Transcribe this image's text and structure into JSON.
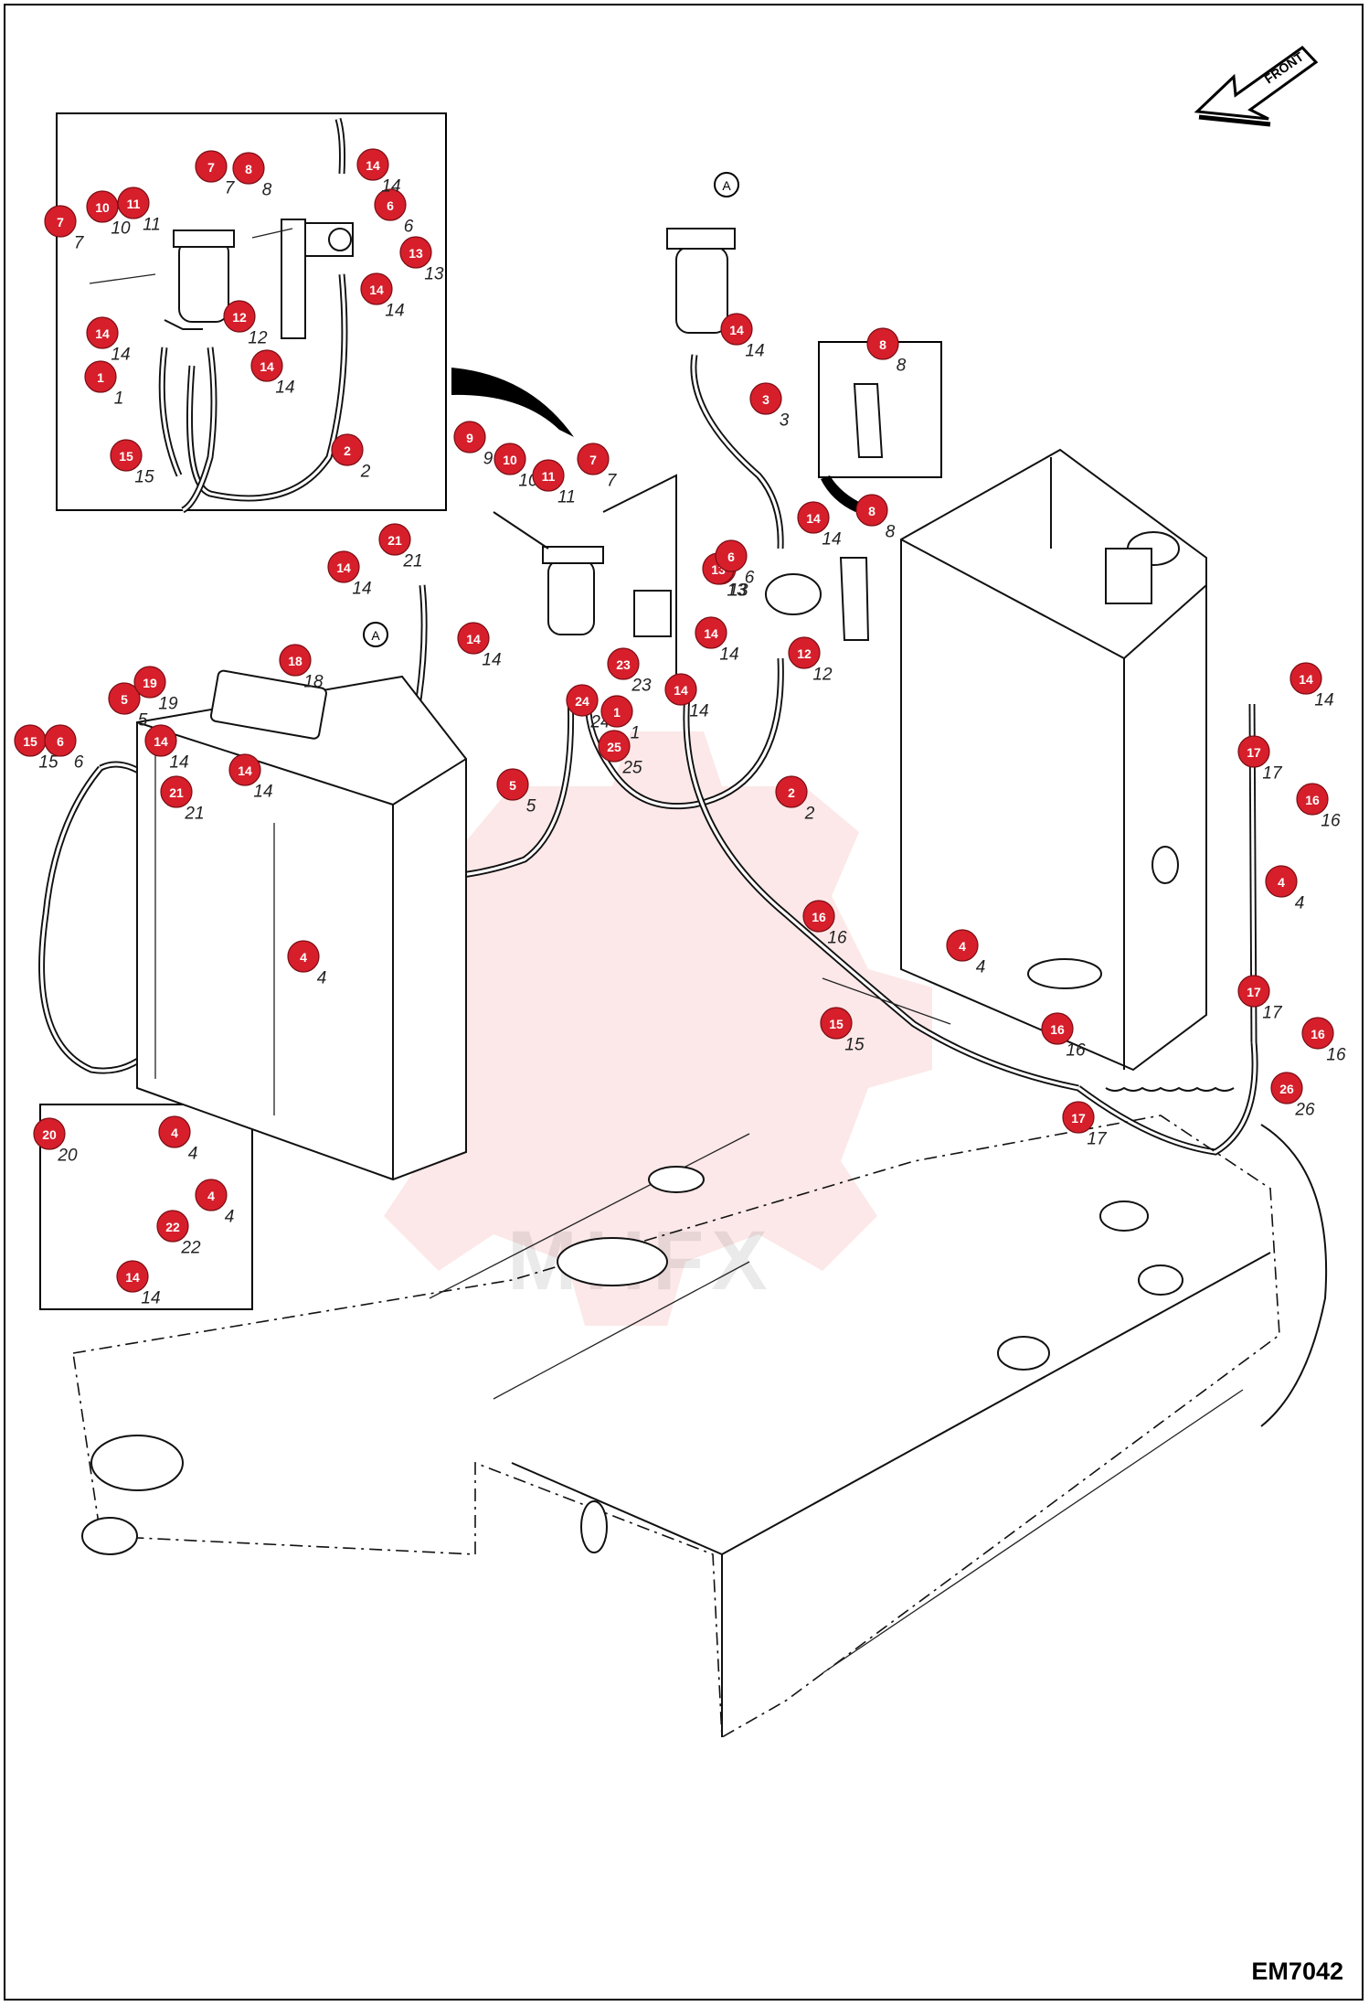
{
  "drawing_code": "EM7042",
  "front_arrow_label": "FRONT",
  "connector_ref": "A",
  "callouts": [
    "1",
    "2",
    "3",
    "4",
    "5",
    "6",
    "7",
    "8",
    "9",
    "10",
    "11",
    "12",
    "13",
    "14",
    "15",
    "16",
    "17",
    "18",
    "19",
    "20",
    "21",
    "22",
    "23",
    "24",
    "25",
    "26"
  ],
  "colors": {
    "callout_fill": "#d61f2b",
    "line": "#111111",
    "watermark": "#e44a4a"
  },
  "icons": {
    "front_arrow": "front-arrow-icon",
    "watermark": "gear-watermark-icon"
  }
}
